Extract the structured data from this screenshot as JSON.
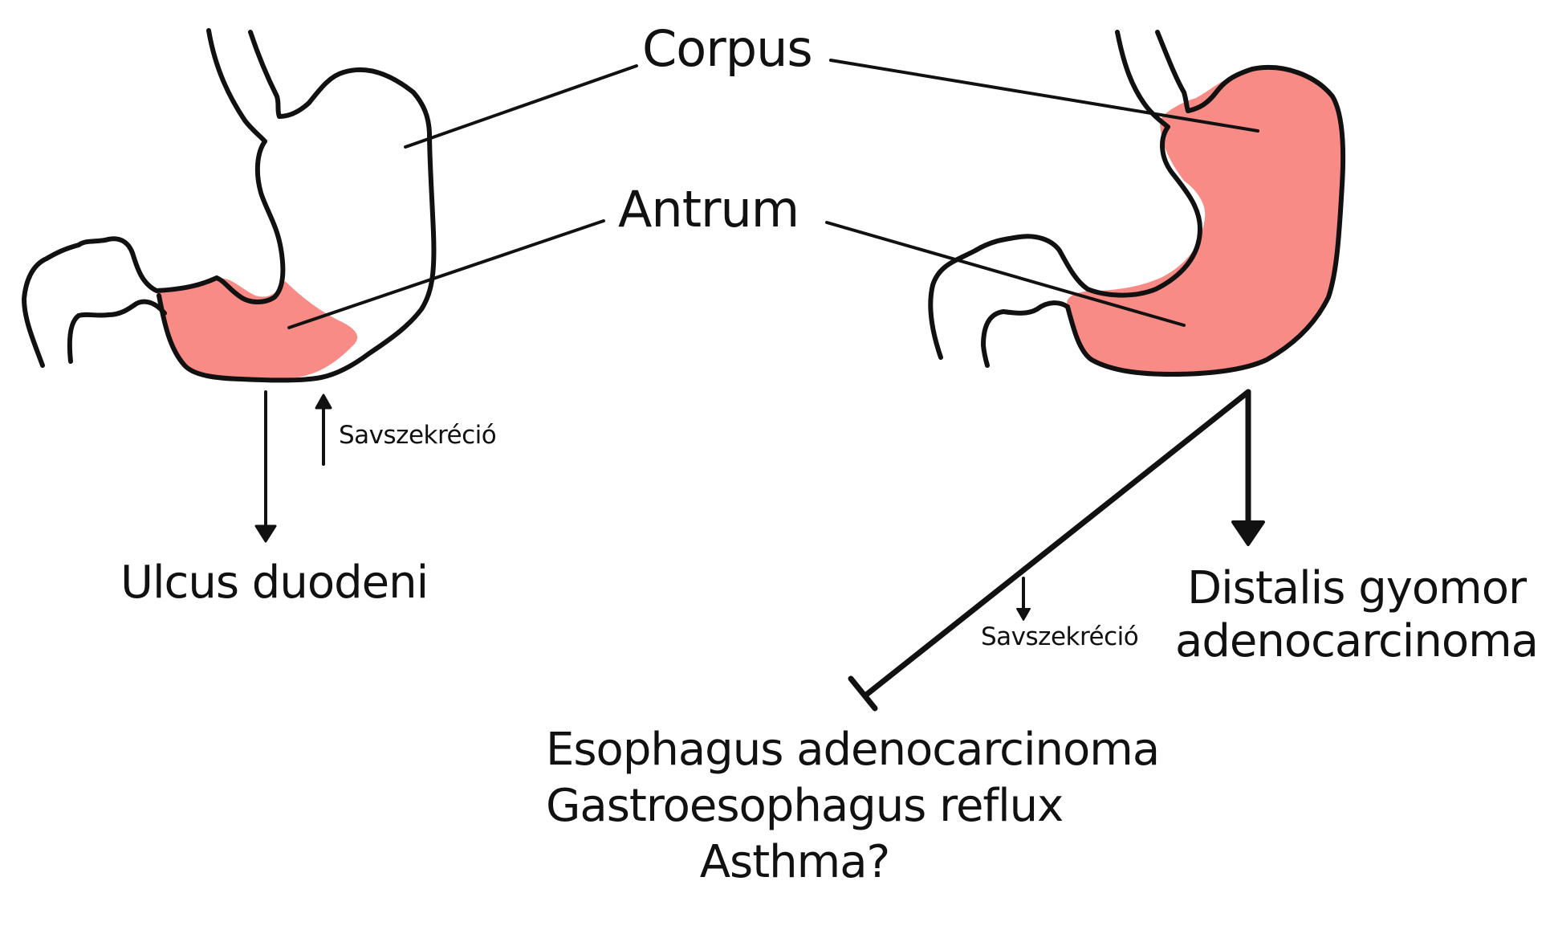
{
  "labels": {
    "corpus": "Corpus",
    "antrum": "Antrum",
    "left_acid": "Savszekréció",
    "right_acid": "Savszekréció",
    "ulcus": "Ulcus duodeni",
    "distal_line1": "Distalis gyomor",
    "distal_line2": "adenocarcinoma",
    "esoph_line1": "Esophagus adenocarcinoma",
    "esoph_line2": "Gastroesophagus reflux",
    "esoph_line3": "Asthma?"
  },
  "colors": {
    "infection_fill": "#f98b86",
    "outline": "#111111"
  }
}
